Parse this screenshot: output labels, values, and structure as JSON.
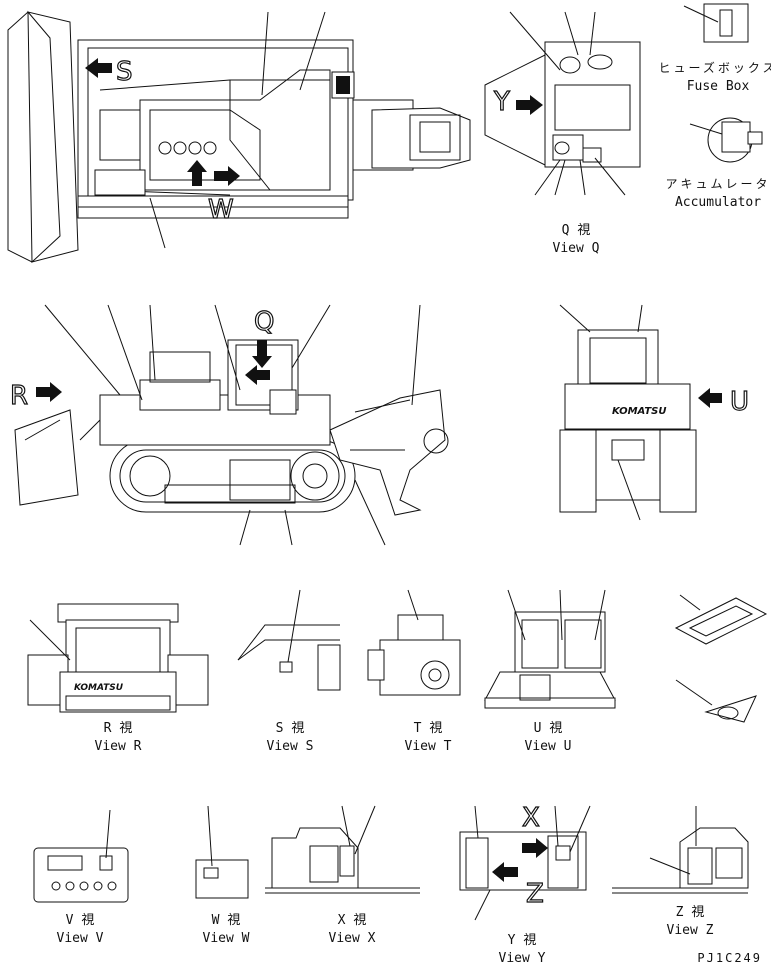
{
  "diagram": {
    "code": "PJ1C249",
    "letters": {
      "s": "S",
      "w": "W",
      "y": "Y",
      "q": "Q",
      "r": "R",
      "u": "U",
      "x": "X",
      "z": "Z"
    },
    "side_labels": {
      "fuse_box_jp": "ヒューズボックス",
      "fuse_box_en": "Fuse Box",
      "accumulator_jp": "アキュムレータ",
      "accumulator_en": "Accumulator"
    },
    "views": {
      "q": {
        "jp": "Q 視",
        "en": "View Q"
      },
      "r": {
        "jp": "R 視",
        "en": "View R"
      },
      "s": {
        "jp": "S 視",
        "en": "View S"
      },
      "t": {
        "jp": "T 視",
        "en": "View T"
      },
      "u": {
        "jp": "U 視",
        "en": "View U"
      },
      "v": {
        "jp": "V 視",
        "en": "View V"
      },
      "w": {
        "jp": "W 視",
        "en": "View W"
      },
      "x": {
        "jp": "X 視",
        "en": "View X"
      },
      "y": {
        "jp": "Y 視",
        "en": "View Y"
      },
      "z": {
        "jp": "Z 視",
        "en": "View Z"
      }
    },
    "brand": "KOMATSU"
  }
}
